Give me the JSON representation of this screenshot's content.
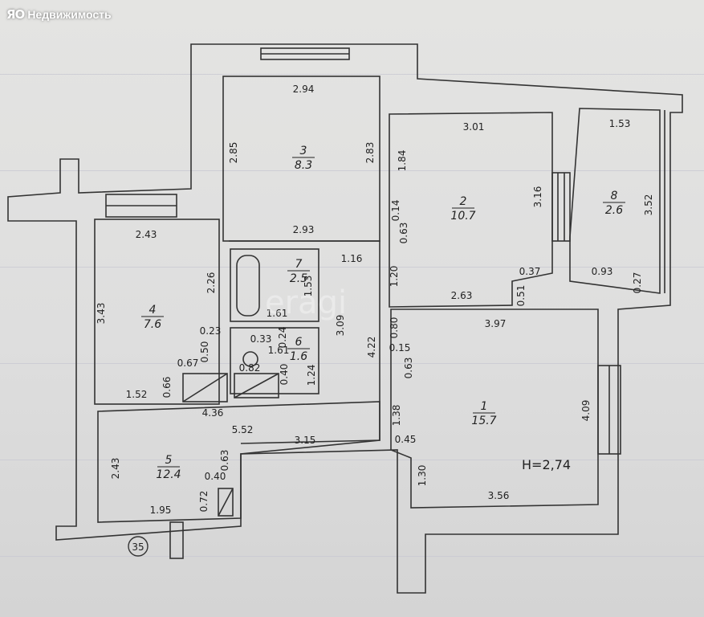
{
  "source_badge": {
    "text": "Недвижимость",
    "logo": "ЯО"
  },
  "watermark": "eragi",
  "plan": {
    "height_label": "H=2,74",
    "axis_marker": "35",
    "rooms": [
      {
        "num": "1",
        "area": "15.7"
      },
      {
        "num": "2",
        "area": "10.7"
      },
      {
        "num": "3",
        "area": "8.3"
      },
      {
        "num": "4",
        "area": "7.6"
      },
      {
        "num": "5",
        "area": "12.4"
      },
      {
        "num": "6",
        "area": "1.6"
      },
      {
        "num": "7",
        "area": "2.5"
      },
      {
        "num": "8",
        "area": "2.6"
      }
    ],
    "dimensions": [
      "2.94",
      "2.85",
      "2.83",
      "2.93",
      "3.01",
      "1.84",
      "0.14",
      "0.63",
      "3.16",
      "0.37",
      "2.63",
      "0.51",
      "1.53",
      "3.52",
      "0.93",
      "0.27",
      "2.43",
      "2.26",
      "3.43",
      "0.23",
      "0.50",
      "0.67",
      "0.66",
      "1.52",
      "4.36",
      "1.16",
      "1.53",
      "1.61",
      "0.33",
      "0.24",
      "1.61",
      "0.82",
      "0.40",
      "1.24",
      "3.09",
      "4.22",
      "1.20",
      "0.80",
      "0.15",
      "0.63",
      "3.97",
      "4.09",
      "1.38",
      "0.45",
      "1.30",
      "3.56",
      "5.52",
      "3.15",
      "2.43",
      "0.63",
      "0.40",
      "0.72",
      "1.95"
    ]
  }
}
